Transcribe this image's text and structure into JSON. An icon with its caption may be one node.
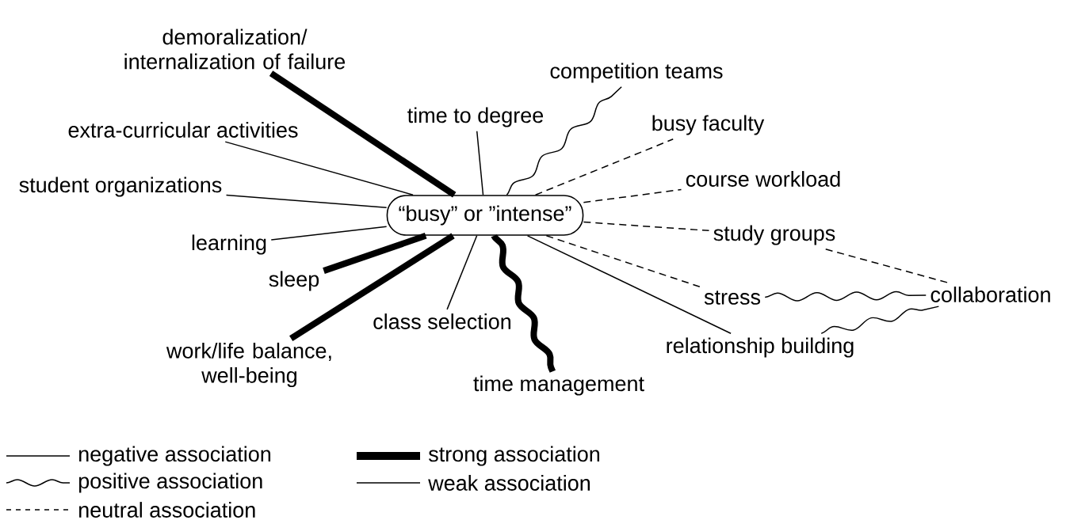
{
  "diagram": {
    "nodes": [
      {
        "text": [
          "“busy” or ”intense”"
        ]
      },
      {
        "text": [
          "demoralization/ internalization of failure"
        ]
      },
      {
        "text": [
          "time to degree"
        ]
      },
      {
        "text": [
          "competition teams"
        ]
      },
      {
        "text": [
          "busy faculty"
        ]
      },
      {
        "text": [
          "extra-curricular activities"
        ]
      },
      {
        "text": [
          "student organizations"
        ]
      },
      {
        "text": [
          "course workload"
        ]
      },
      {
        "text": [
          "study groups"
        ]
      },
      {
        "text": [
          "learning"
        ]
      },
      {
        "text": [
          "sleep"
        ]
      },
      {
        "text": [
          "stress"
        ]
      },
      {
        "text": [
          "collaboration"
        ]
      },
      {
        "text": [
          "class selection"
        ]
      },
      {
        "text": [
          "work/life balance, well-being"
        ]
      },
      {
        "text": [
          "relationship building"
        ]
      },
      {
        "text": [
          "time management"
        ]
      }
    ],
    "edges": [
      {
        "from": 0,
        "to": 1,
        "arrow": "none",
        "style": "thick"
      },
      {
        "from": 0,
        "to": 2,
        "arrow": "none"
      },
      {
        "from": 0,
        "to": 3,
        "arrow": "none"
      },
      {
        "from": 0,
        "to": 4,
        "arrow": "none",
        "style": "dashed"
      },
      {
        "from": 0,
        "to": 5,
        "arrow": "none"
      },
      {
        "from": 0,
        "to": 6,
        "arrow": "none"
      },
      {
        "from": 0,
        "to": 7,
        "arrow": "none",
        "style": "dashed"
      },
      {
        "from": 0,
        "to": 8,
        "arrow": "none",
        "style": "dashed"
      },
      {
        "from": 0,
        "to": 9,
        "arrow": "none"
      },
      {
        "from": 0,
        "to": 10,
        "arrow": "none",
        "style": "thick"
      },
      {
        "from": 0,
        "to": 11,
        "arrow": "none",
        "style": "dashed"
      },
      {
        "from": 0,
        "to": 13,
        "arrow": "none"
      },
      {
        "from": 0,
        "to": 14,
        "arrow": "none",
        "style": "thick"
      },
      {
        "from": 0,
        "to": 15,
        "arrow": "none"
      },
      {
        "from": 0,
        "to": 16,
        "arrow": "none",
        "style": "thick"
      },
      {
        "from": 8,
        "to": 12,
        "arrow": "none",
        "style": "dashed"
      },
      {
        "from": 11,
        "to": 12,
        "arrow": "none"
      },
      {
        "from": 15,
        "to": 12,
        "arrow": "none"
      }
    ],
    "legend": [
      {
        "text": "negative association"
      },
      {
        "text": "positive association"
      },
      {
        "text": "neutral association"
      },
      {
        "text": "strong association"
      },
      {
        "text": "weak association"
      }
    ]
  }
}
